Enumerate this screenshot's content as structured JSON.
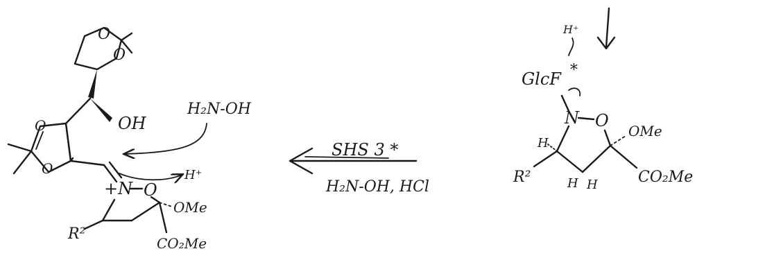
{
  "reaction_arrow": {
    "above": "SHS 3 *",
    "below": "H₂N-OH, HCl"
  },
  "product": {
    "oh": "OH",
    "hydroxylamine": "H₂N-OH",
    "proton": "H⁺",
    "n_plus": "+N",
    "ring_o": "O",
    "ome": "OMe",
    "r2": "R²",
    "co2me": "CO₂Me"
  },
  "reactant": {
    "glcf": "GlcF",
    "star": "*",
    "h_plus": "H⁺",
    "n": "N",
    "ring_o": "O",
    "ome": "OMe",
    "h_left": "H",
    "h_ring_a": "H",
    "h_ring_b": "H",
    "r2": "R²",
    "co2me": "CO₂Me"
  }
}
